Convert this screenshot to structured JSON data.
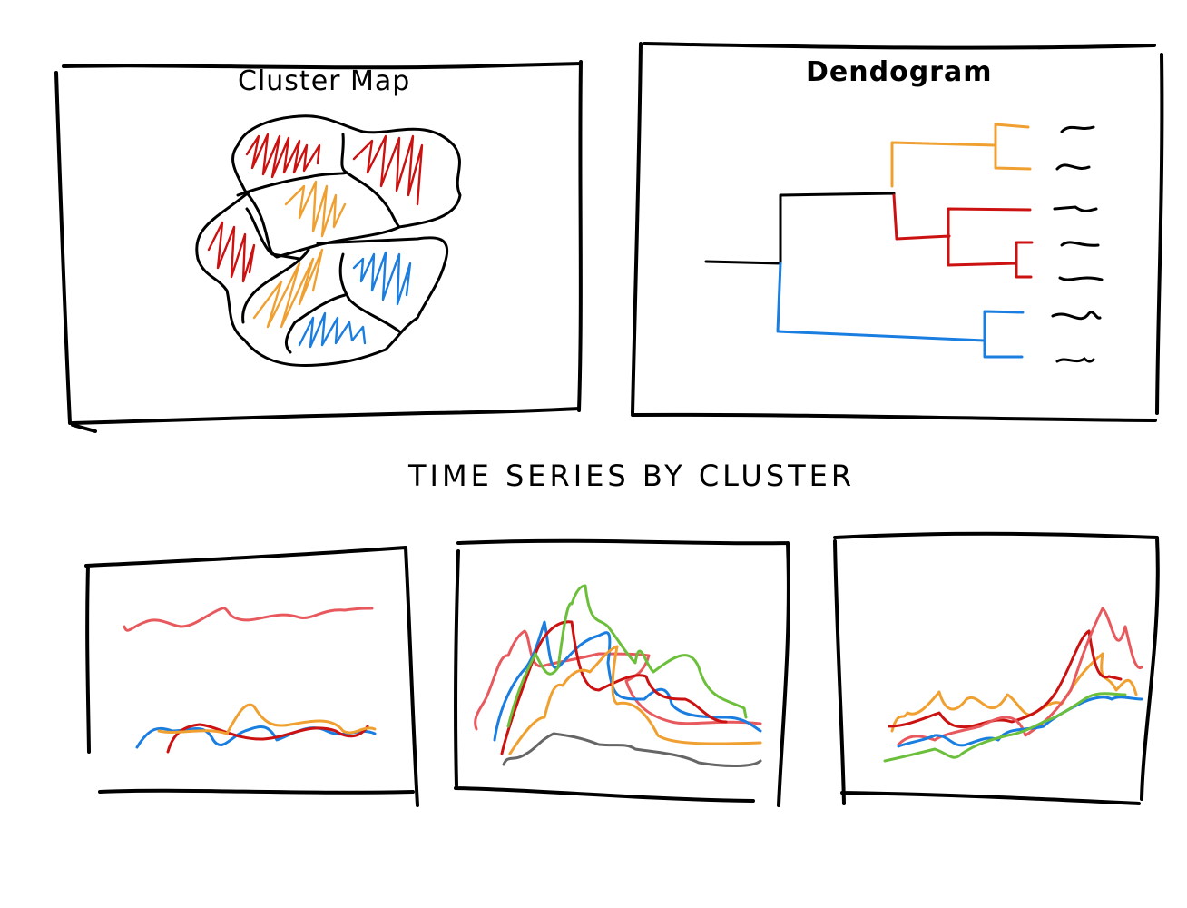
{
  "panels": {
    "cluster_map": {
      "title": "Cluster Map"
    },
    "dendrogram": {
      "title": "Dendogram"
    },
    "time_series": {
      "title": "TIME  SERIES  BY CLUSTER"
    }
  },
  "colors": {
    "red": "#cc1111",
    "light_red": "#e8595e",
    "orange": "#f0a030",
    "blue": "#1a7de0",
    "green": "#6cbf3a",
    "gray": "#666666",
    "ink": "#000000"
  },
  "chart_data": [
    {
      "type": "map",
      "title": "Cluster Map",
      "regions": [
        {
          "id": "top-left",
          "cluster": "red"
        },
        {
          "id": "top-right",
          "cluster": "red"
        },
        {
          "id": "middle",
          "cluster": "orange"
        },
        {
          "id": "left",
          "cluster": "red"
        },
        {
          "id": "bottom-middle",
          "cluster": "orange"
        },
        {
          "id": "right",
          "cluster": "blue"
        },
        {
          "id": "bottom-right",
          "cluster": "blue"
        }
      ]
    },
    {
      "type": "dendrogram",
      "title": "Dendogram",
      "leaves": 7,
      "clusters": [
        {
          "color": "orange",
          "leaves": 2
        },
        {
          "color": "red",
          "leaves": 3
        },
        {
          "color": "blue",
          "leaves": 2
        }
      ]
    },
    {
      "type": "line",
      "title": "TIME SERIES BY CLUSTER",
      "panel": 1,
      "description": "flat series",
      "series": [
        {
          "name": "light_red",
          "trend": "flat-high"
        },
        {
          "name": "red",
          "trend": "flat-low"
        },
        {
          "name": "orange",
          "trend": "flat-low"
        },
        {
          "name": "blue",
          "trend": "flat-low"
        }
      ]
    },
    {
      "type": "line",
      "panel": 2,
      "description": "rise then decline",
      "series": [
        {
          "name": "light_red",
          "trend": "peak-early"
        },
        {
          "name": "blue",
          "trend": "peak-early"
        },
        {
          "name": "red",
          "trend": "peak-early"
        },
        {
          "name": "green",
          "trend": "peak-highest"
        },
        {
          "name": "orange",
          "trend": "peak-mid"
        },
        {
          "name": "gray",
          "trend": "low-hump"
        }
      ]
    },
    {
      "type": "line",
      "panel": 3,
      "description": "late increase",
      "series": [
        {
          "name": "orange",
          "trend": "oscillating-rise"
        },
        {
          "name": "red",
          "trend": "late-spike"
        },
        {
          "name": "light_red",
          "trend": "late-spike-highest"
        },
        {
          "name": "blue",
          "trend": "gradual-rise"
        },
        {
          "name": "green",
          "trend": "gradual-rise"
        }
      ]
    }
  ]
}
